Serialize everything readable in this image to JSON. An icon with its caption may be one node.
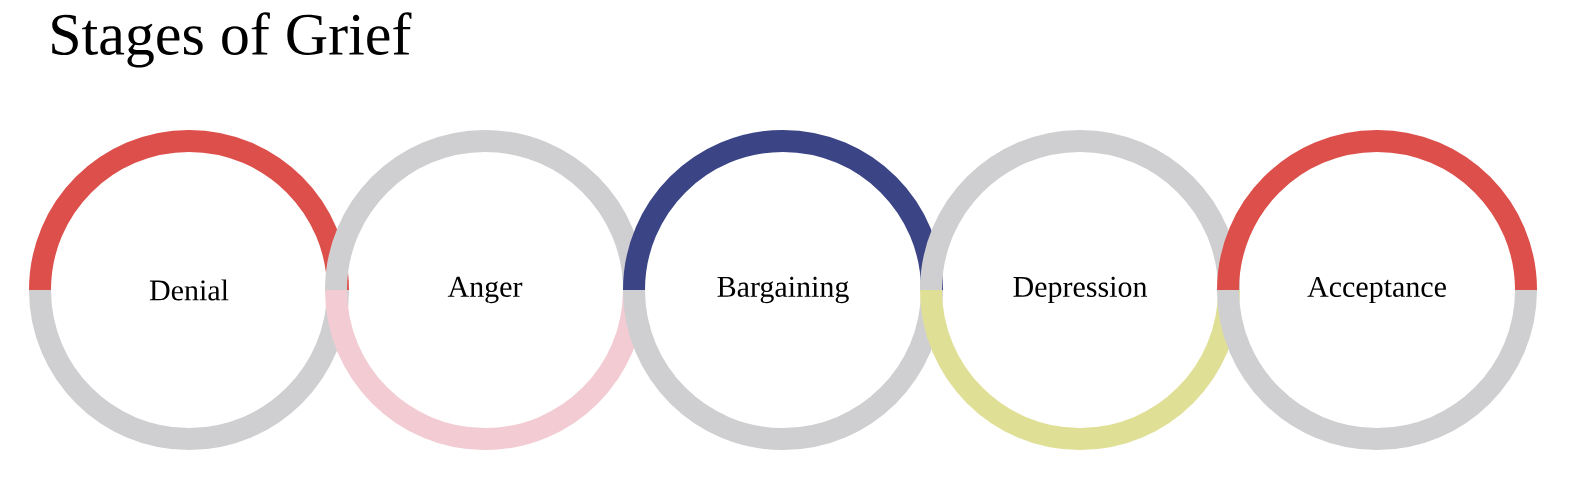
{
  "diagram": {
    "title": "Stages of Grief",
    "nodes": [
      {
        "text": [
          "Denial"
        ]
      },
      {
        "text": [
          "Anger"
        ]
      },
      {
        "text": [
          "Bargaining"
        ]
      },
      {
        "text": [
          "Depression"
        ]
      },
      {
        "text": [
          "Acceptance"
        ]
      }
    ]
  }
}
